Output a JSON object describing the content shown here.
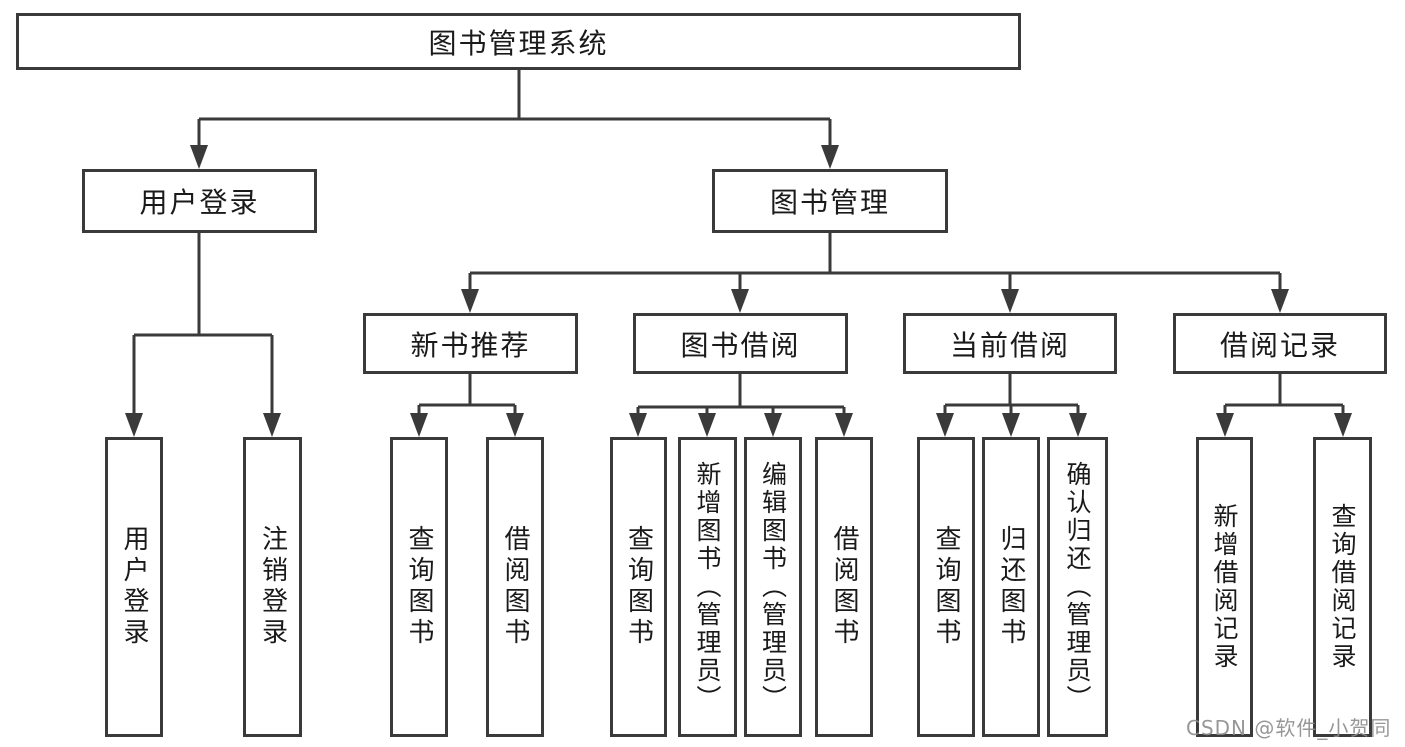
{
  "tree": {
    "root": {
      "label": "图书管理系统",
      "children": [
        {
          "label": "用户登录",
          "children": [
            {
              "label": "用户登录"
            },
            {
              "label": "注销登录"
            }
          ]
        },
        {
          "label": "图书管理",
          "children": [
            {
              "label": "新书推荐",
              "children": [
                {
                  "label": "查询图书"
                },
                {
                  "label": "借阅图书"
                }
              ]
            },
            {
              "label": "图书借阅",
              "children": [
                {
                  "label": "查询图书"
                },
                {
                  "label": "新增图书（管理员）"
                },
                {
                  "label": "编辑图书（管理员）"
                },
                {
                  "label": "借阅图书"
                }
              ]
            },
            {
              "label": "当前借阅",
              "children": [
                {
                  "label": "查询图书"
                },
                {
                  "label": "归还图书"
                },
                {
                  "label": "确认归还（管理员）"
                }
              ]
            },
            {
              "label": "借阅记录",
              "children": [
                {
                  "label": "新增借阅记录"
                },
                {
                  "label": "查询借阅记录"
                }
              ]
            }
          ]
        }
      ]
    }
  },
  "watermark": {
    "text": "CSDN @软件_小贺同学"
  },
  "colors": {
    "line": "#3a3a3a",
    "box_border": "#3a3a3a",
    "text": "#1a1a1a",
    "watermark": "#8c8c8c",
    "background": "#ffffff"
  }
}
